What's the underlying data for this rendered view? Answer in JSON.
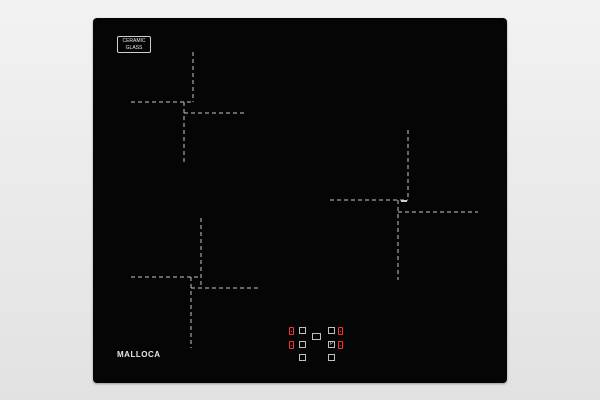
{
  "badge": {
    "line1": "CERAMIC",
    "line2": "GLASS"
  },
  "brand": "MALLOCA",
  "colors": {
    "glass": "#050505",
    "zone_lines": "#c8c8c8",
    "indicator": "#ff3131",
    "background": "#e8e8e8"
  },
  "controls": {
    "minus_icon": "minus-icon",
    "timer_icon": "timer-icon",
    "power_icon": "power-icon",
    "lock_icon": "lock-icon",
    "plus_icon": "plus-icon",
    "pause_icon": "pause-icon",
    "pause_label": "P"
  }
}
